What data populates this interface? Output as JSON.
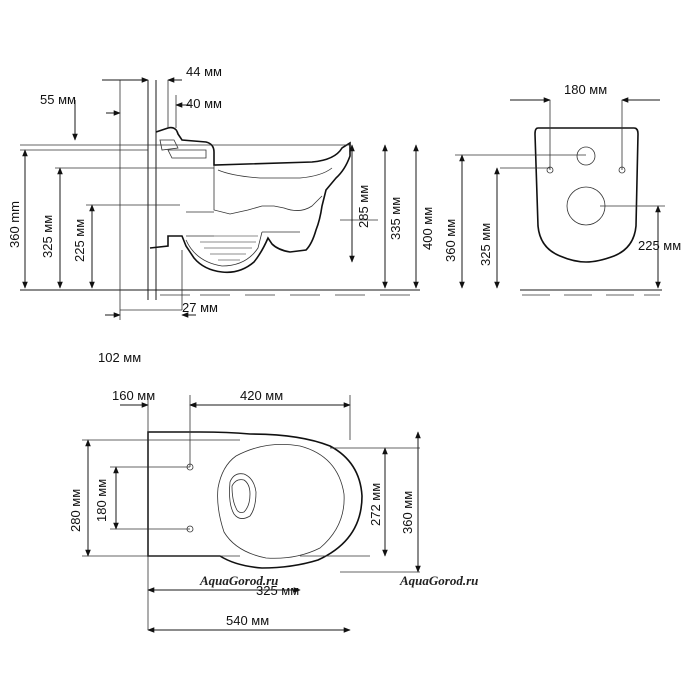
{
  "side_view": {
    "top_dims": [
      "44 мм",
      "55 мм",
      "40 мм"
    ],
    "left_dims": [
      "360 mm",
      "325 мм",
      "225 мм"
    ],
    "right_dims": [
      "285 мм",
      "335 мм",
      "400 мм"
    ],
    "bottom_dims": [
      "27 мм",
      "102 мм"
    ]
  },
  "front_view": {
    "top_dim": "180 мм",
    "left_dims": [
      "360 мм",
      "325 мм"
    ],
    "right_dim": "225 мм"
  },
  "top_view": {
    "top_dims": [
      "160 мм",
      "420 мм"
    ],
    "left_dims": [
      "280 мм",
      "180 мм"
    ],
    "right_dims": [
      "272 мм",
      "360 мм"
    ],
    "bottom_dims": [
      "325 мм",
      "540 мм"
    ]
  },
  "watermarks": [
    "AquaGorod.ru",
    "AquaGorod.ru"
  ]
}
